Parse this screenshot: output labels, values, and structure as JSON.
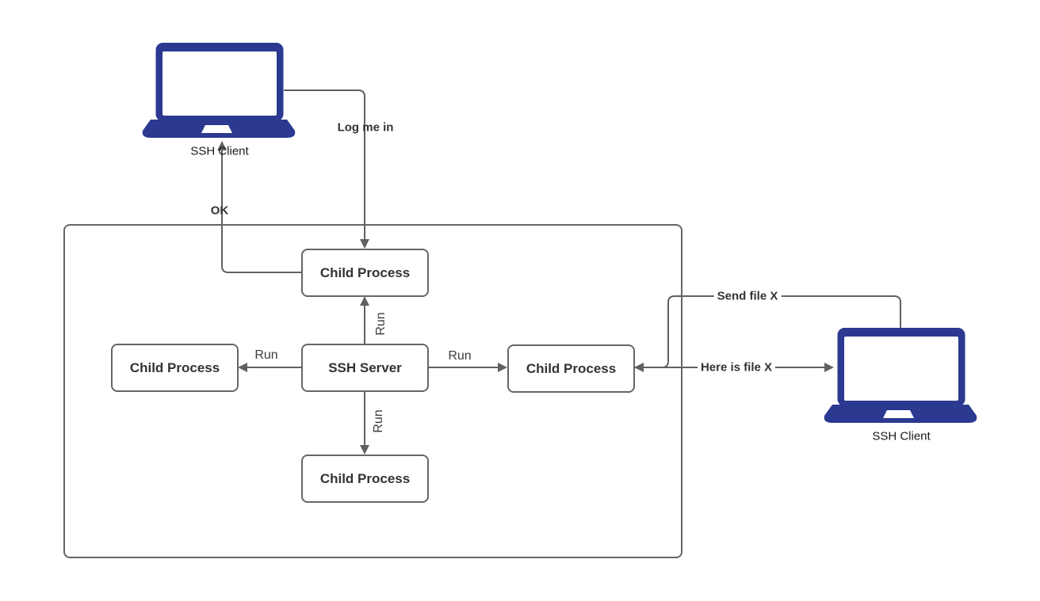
{
  "nodes": {
    "ssh_server": "SSH Server",
    "child_top": "Child Process",
    "child_left": "Child Process",
    "child_right": "Child Process",
    "child_bottom": "Child Process",
    "client_left": "SSH Client",
    "client_right": "SSH Client"
  },
  "edges": {
    "log_me_in": "Log me in",
    "ok": "OK",
    "run_up": "Run",
    "run_left": "Run",
    "run_right": "Run",
    "run_down": "Run",
    "send_file": "Send file X",
    "here_is_file": "Here is file X"
  },
  "colors": {
    "laptop_fill": "#2b3990",
    "connector_line": "#616161",
    "node_border": "#666666",
    "label_text": "#333333",
    "background": "#ffffff"
  }
}
